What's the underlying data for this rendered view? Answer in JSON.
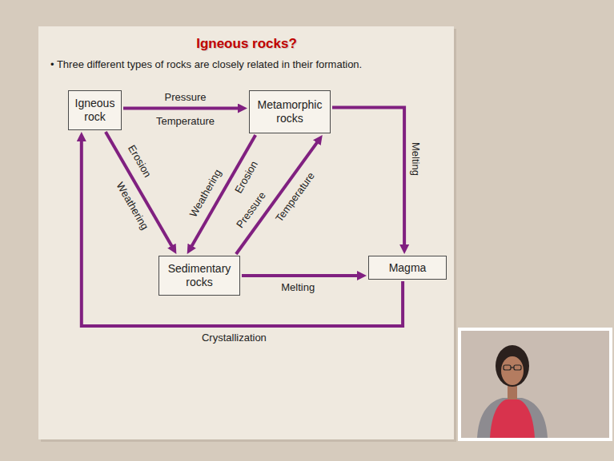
{
  "diagram": {
    "title": "Igneous rocks?",
    "nodes": [
      {
        "text": [
          "Igneous rock"
        ]
      },
      {
        "text": [
          "Metamorphic rocks"
        ]
      },
      {
        "text": [
          "Sedimentary rocks"
        ]
      },
      {
        "text": [
          "Magma"
        ]
      }
    ],
    "edges": [
      {
        "from": 0,
        "to": 1,
        "arrow": "to",
        "label": "Pressure"
      },
      {
        "from": 1,
        "to": 3,
        "arrow": "to",
        "label": "Melting"
      },
      {
        "from": 0,
        "to": 2,
        "arrow": "to",
        "label": "Erosion"
      },
      {
        "from": 1,
        "to": 2,
        "arrow": "to",
        "label": "Erosion"
      },
      {
        "from": 2,
        "to": 1,
        "arrow": "to",
        "label": "Pressure"
      },
      {
        "from": 2,
        "to": 3,
        "arrow": "to",
        "label": "Melting"
      },
      {
        "from": 3,
        "to": 0,
        "arrow": "to",
        "label": "Crystallization"
      }
    ],
    "labels": [
      "• Three different types of rocks are closely related in their formation.",
      "Temperature",
      "Weathering",
      "Weathering",
      "Temperature"
    ]
  }
}
